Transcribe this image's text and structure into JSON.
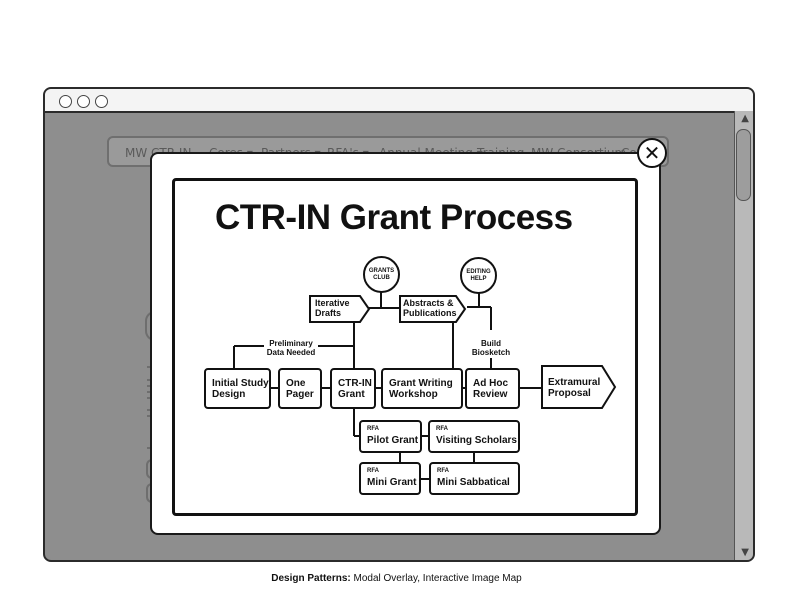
{
  "nav": {
    "items": [
      "MW CTR-IN",
      "Cores ▾",
      "Partners ▾",
      "RFA's ▾",
      "Annual Meeting ▾",
      "Training",
      "MW Consortium",
      "Cor"
    ]
  },
  "modal": {
    "title": "CTR-IN Grant Process",
    "close_label": "✕",
    "circles": {
      "grants_club": "GRANTS\nCLUB",
      "editing_help": "EDITING\nHELP"
    },
    "notes": {
      "preliminary": "Preliminary\nData Needed",
      "biosketch": "Build\nBiosketch"
    },
    "boxes": {
      "iterative_drafts": "Iterative\nDrafts",
      "abstracts": "Abstracts &\nPublications",
      "initial_study": "Initial Study\nDesign",
      "one_pager": "One\nPager",
      "ctrin_grant": "CTR-IN\nGrant",
      "grant_writing": "Grant Writing\nWorkshop",
      "ad_hoc": "Ad Hoc\nReview",
      "extramural": "Extramural\nProposal"
    },
    "rfa": {
      "tag": "RFA",
      "pilot_grant": "Pilot Grant",
      "visiting_scholars": "Visiting Scholars",
      "mini_grant": "Mini Grant",
      "mini_sabbatical": "Mini Sabbatical"
    }
  },
  "caption": {
    "bold": "Design Patterns:",
    "rest": " Modal Overlay, Interactive Image Map"
  }
}
